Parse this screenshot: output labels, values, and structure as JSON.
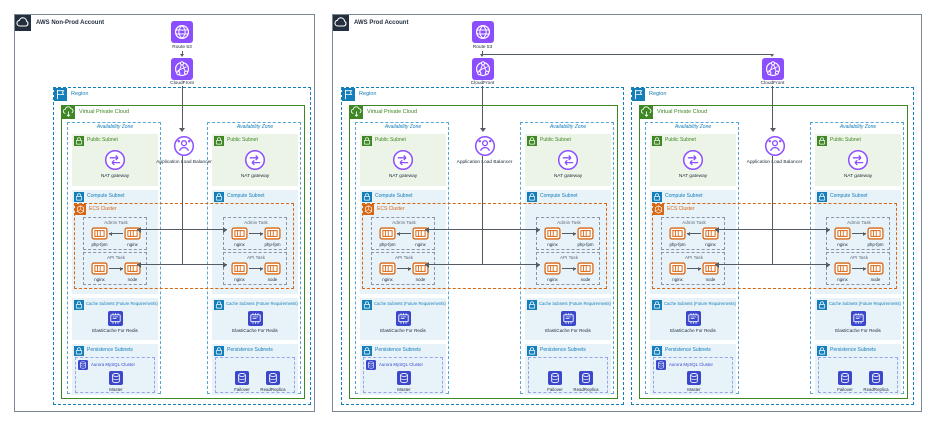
{
  "colors": {
    "dark_navy": "#232f3e",
    "panel_border": "#7b8794",
    "region_blue": "#147eba",
    "az_border_blue": "#58a6d6",
    "vpc_green": "#3f8624",
    "public_subnet_fill": "#ebf4e7",
    "blue_subnet_fill": "#e7f2f9",
    "ecs_orange": "#d86613",
    "purple": "#8c4fff",
    "db_indigo": "#3b48cc",
    "aurora_box_border": "#95a5e8",
    "task_border": "#8b96a5",
    "task_text": "#5f6b7a",
    "arrow_gray": "#545b64",
    "caption_dark": "#232f3e"
  },
  "icons": {
    "account": "aws-cloud-icon",
    "region": "region-flag-icon",
    "vpc": "vpc-icon",
    "subnet_lock": "lock-icon",
    "route53": "route53-icon",
    "cloudfront": "cloudfront-icon",
    "nat_gateway": "nat-gateway-icon",
    "load_balancer": "alb-icon",
    "ecs": "ecs-icon",
    "container": "container-icon",
    "elasticache": "elasticache-icon",
    "database": "database-icon"
  },
  "panels": [
    {
      "title": "AWS Non-Prod Account",
      "route53_label": "Route 53",
      "cloudfront_labels": [
        "CloudFront"
      ],
      "regions": [
        {
          "label": "Region",
          "vpc": {
            "label": "Virtual Private Cloud",
            "ecs_cluster_label": "ECS Cluster",
            "alb_label": "Application Load Balancer",
            "zones": [
              {
                "label": "Availability Zone",
                "public_subnet": {
                  "label": "Public Subnet",
                  "node": "NAT gateway"
                },
                "compute_subnet": {
                  "label": "Compute Subnet",
                  "tasks": [
                    {
                      "label": "Admin Task",
                      "containers": [
                        "php-fpm",
                        "nginx"
                      ],
                      "arrow_to": 0
                    },
                    {
                      "label": "API Task",
                      "containers": [
                        "nginx",
                        "node"
                      ],
                      "arrow_to": 1
                    }
                  ]
                },
                "cache_subnet": {
                  "label": "Cache Subnets (Future Requirements)",
                  "node": "ElastiCache For Redis"
                },
                "persistence_subnet": {
                  "label": "Persistence Subnets",
                  "cluster_label": "Aurora MySQL Cluster",
                  "nodes": [
                    "Master"
                  ]
                }
              },
              {
                "label": "Availability Zone",
                "public_subnet": {
                  "label": "Public Subnet",
                  "node": "NAT gateway"
                },
                "compute_subnet": {
                  "label": "Compute Subnet",
                  "tasks": [
                    {
                      "label": "Admin Task",
                      "containers": [
                        "nginx",
                        "php-fpm"
                      ],
                      "arrow_to": 1
                    },
                    {
                      "label": "API Task",
                      "containers": [
                        "nginx",
                        "node"
                      ],
                      "arrow_to": 1
                    }
                  ]
                },
                "cache_subnet": {
                  "label": "Cache Subnets (Future Requirements)",
                  "node": "ElastiCache For Redis"
                },
                "persistence_subnet": {
                  "label": "Persistence Subnets",
                  "cluster_label": null,
                  "nodes": [
                    "Failover",
                    "ReadReplica"
                  ]
                }
              }
            ]
          }
        }
      ]
    },
    {
      "title": "AWS Prod Account",
      "route53_label": "Route 53",
      "cloudfront_labels": [
        "CloudFront",
        "CloudFront"
      ],
      "regions": [
        {
          "label": "Region",
          "vpc": {
            "label": "Virtual Private Cloud",
            "ecs_cluster_label": "ECS Cluster",
            "alb_label": "Application Load Balancer",
            "zones": [
              {
                "label": "Availability Zone",
                "public_subnet": {
                  "label": "Public Subnet",
                  "node": "NAT gateway"
                },
                "compute_subnet": {
                  "label": "Compute Subnet",
                  "tasks": [
                    {
                      "label": "Admin Task",
                      "containers": [
                        "php-fpm",
                        "nginx"
                      ],
                      "arrow_to": 0
                    },
                    {
                      "label": "API Task",
                      "containers": [
                        "nginx",
                        "node"
                      ],
                      "arrow_to": 1
                    }
                  ]
                },
                "cache_subnet": {
                  "label": "Cache Subnets (Future Requirements)",
                  "node": "ElastiCache For Redis"
                },
                "persistence_subnet": {
                  "label": "Persistence Subnets",
                  "cluster_label": "Aurora MySQL Cluster",
                  "nodes": [
                    "Master"
                  ]
                }
              },
              {
                "label": "Availability Zone",
                "public_subnet": {
                  "label": "Public Subnet",
                  "node": "NAT gateway"
                },
                "compute_subnet": {
                  "label": "Compute Subnet",
                  "tasks": [
                    {
                      "label": "Admin Task",
                      "containers": [
                        "nginx",
                        "php-fpm"
                      ],
                      "arrow_to": 1
                    },
                    {
                      "label": "API Task",
                      "containers": [
                        "nginx",
                        "node"
                      ],
                      "arrow_to": 1
                    }
                  ]
                },
                "cache_subnet": {
                  "label": "Cache Subnets (Future Requirements)",
                  "node": "ElastiCache For Redis"
                },
                "persistence_subnet": {
                  "label": "Persistence Subnets",
                  "cluster_label": null,
                  "nodes": [
                    "Failover",
                    "ReadReplica"
                  ]
                }
              }
            ]
          }
        },
        {
          "label": "Region",
          "vpc": {
            "label": "Virtual Private Cloud",
            "ecs_cluster_label": "ECS Cluster",
            "alb_label": "Application Load Balancer",
            "zones": [
              {
                "label": "Availability Zone",
                "public_subnet": {
                  "label": "Public Subnet",
                  "node": "NAT gateway"
                },
                "compute_subnet": {
                  "label": "Compute Subnet",
                  "tasks": [
                    {
                      "label": "Admin Task",
                      "containers": [
                        "php-fpm",
                        "nginx"
                      ],
                      "arrow_to": 0
                    },
                    {
                      "label": "API Task",
                      "containers": [
                        "nginx",
                        "node"
                      ],
                      "arrow_to": 1
                    }
                  ]
                },
                "cache_subnet": {
                  "label": "Cache Subnets (Future Requirements)",
                  "node": "ElastiCache For Redis"
                },
                "persistence_subnet": {
                  "label": "Persistence Subnets",
                  "cluster_label": "Aurora MySQL Cluster",
                  "nodes": [
                    "Master"
                  ]
                }
              },
              {
                "label": "Availability Zone",
                "public_subnet": {
                  "label": "Public Subnet",
                  "node": "NAT gateway"
                },
                "compute_subnet": {
                  "label": "Compute Subnet",
                  "tasks": [
                    {
                      "label": "Admin Task",
                      "containers": [
                        "nginx",
                        "php-fpm"
                      ],
                      "arrow_to": 1
                    },
                    {
                      "label": "API Task",
                      "containers": [
                        "nginx",
                        "node"
                      ],
                      "arrow_to": 1
                    }
                  ]
                },
                "cache_subnet": {
                  "label": "Cache Subnets (Future Requirements)",
                  "node": "ElastiCache For Redis"
                },
                "persistence_subnet": {
                  "label": "Persistence Subnets",
                  "cluster_label": null,
                  "nodes": [
                    "Failover",
                    "ReadReplica"
                  ]
                }
              }
            ]
          }
        }
      ]
    }
  ]
}
